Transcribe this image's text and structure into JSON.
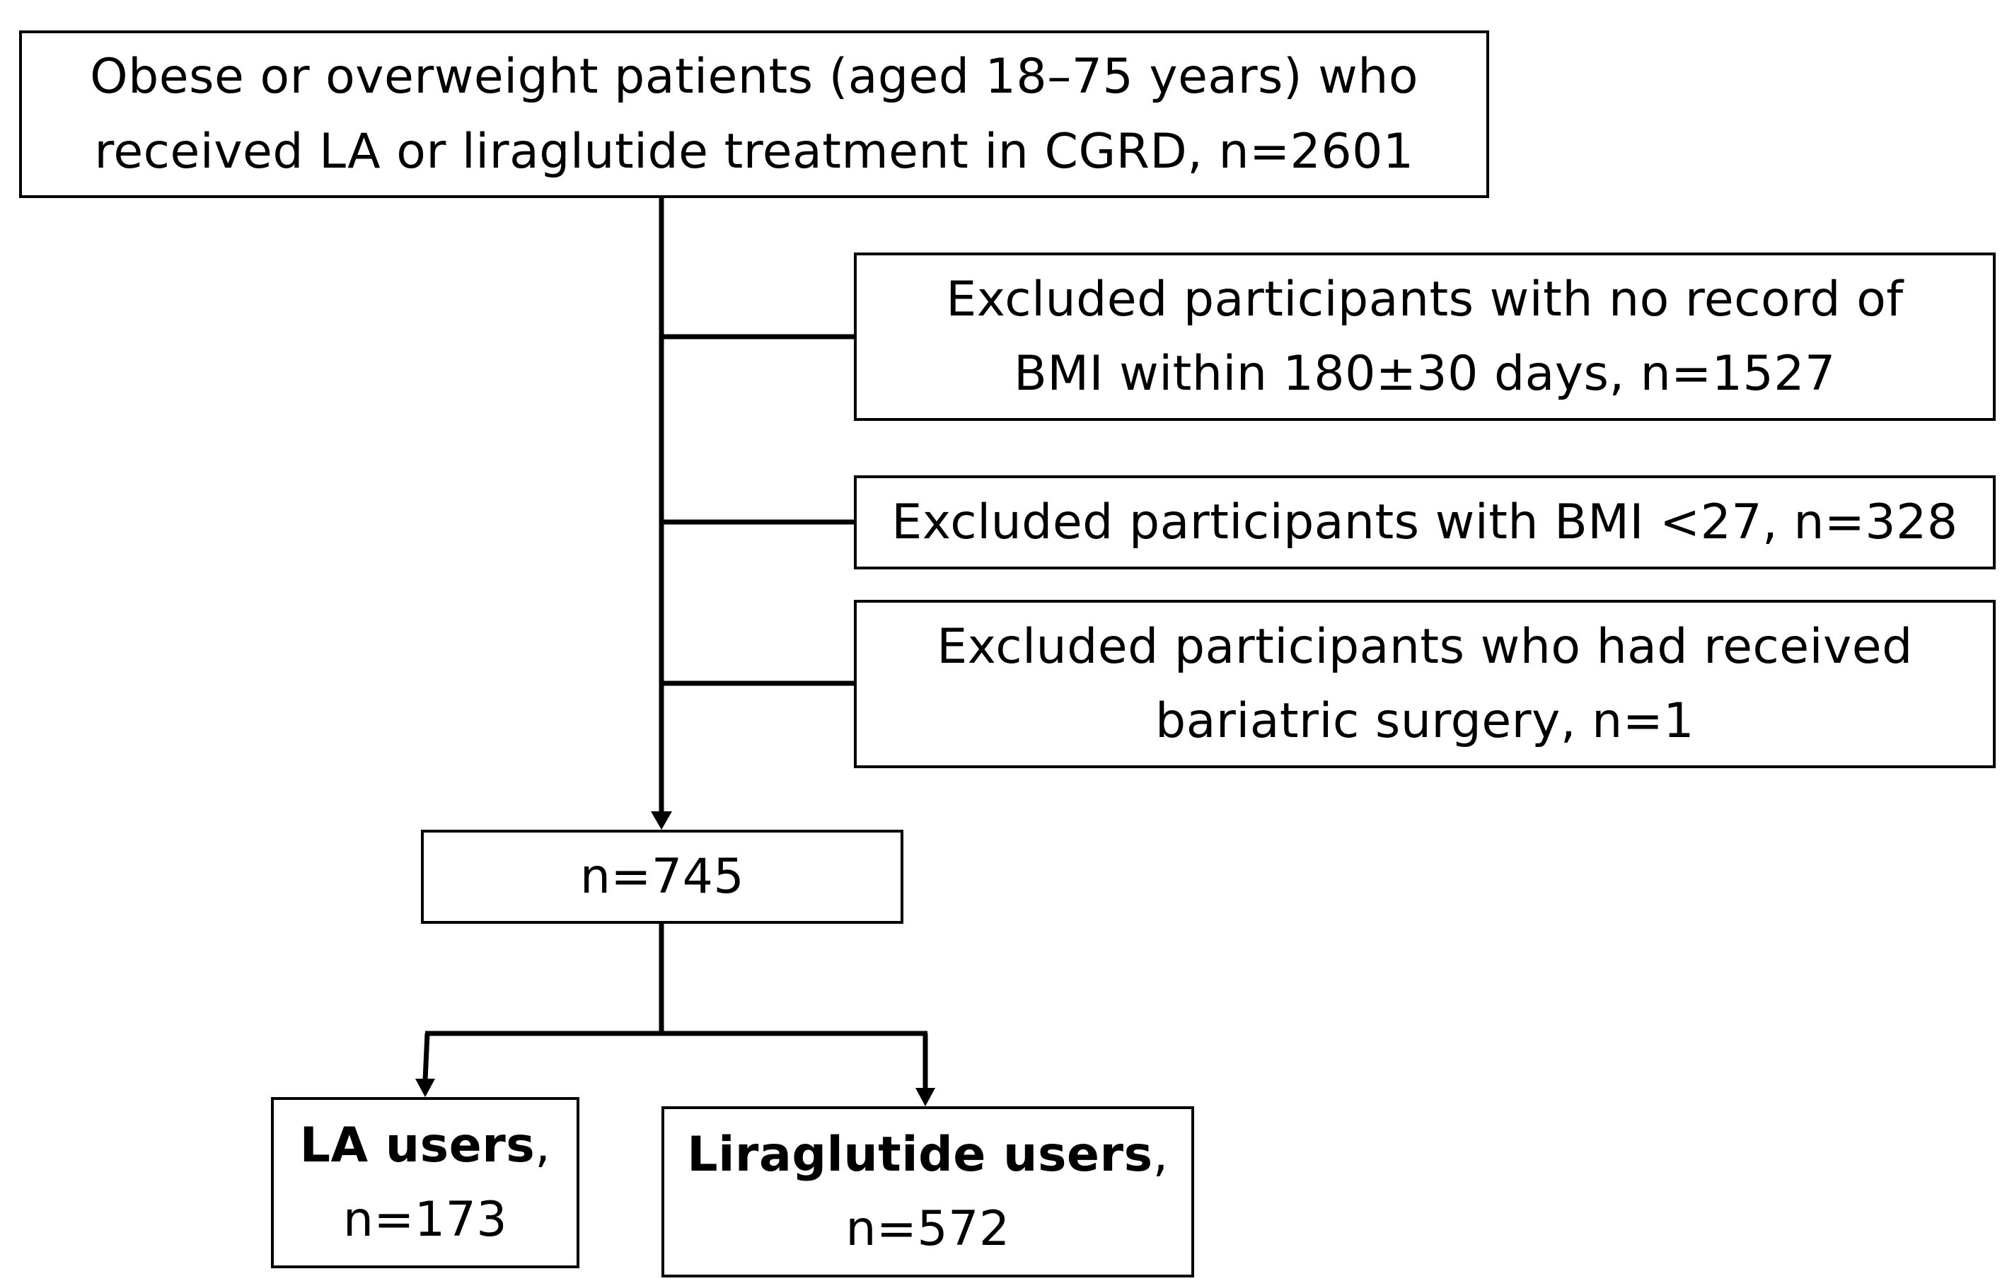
{
  "boxes": {
    "total": {
      "line1": "Obese or overweight patients (aged 18–75 years) who",
      "line2": "received LA or liraglutide treatment in CGRD, n=2601"
    },
    "exclusion_1": {
      "line1": "Excluded participants with no record of",
      "line2": "BMI within 180±30 days, n=1527"
    },
    "exclusion_2": {
      "line1": "Excluded participants with BMI <27, n=328"
    },
    "exclusion_3": {
      "line1": "Excluded participants who had received",
      "line2": "bariatric surgery, n=1"
    },
    "final": {
      "line1": "n=745"
    },
    "la_users": {
      "title": "LA users",
      "suffix": ",",
      "count": "n=173"
    },
    "liraglutide_users": {
      "title": "Liraglutide users",
      "suffix": ",",
      "count": "n=572"
    }
  }
}
